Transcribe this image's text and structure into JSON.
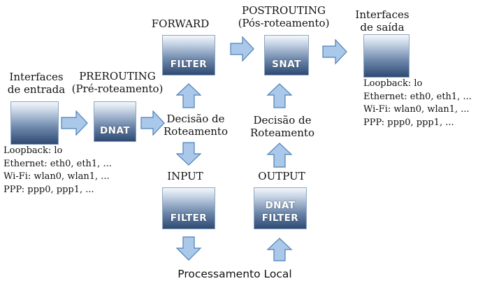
{
  "input_interfaces": {
    "title": [
      "Interfaces",
      "de entrada"
    ],
    "list": [
      "Loopback: lo",
      "Ethernet: eth0, eth1, ...",
      "Wi-Fi: wlan0, wlan1, ...",
      "PPP: ppp0, ppp1, ..."
    ]
  },
  "output_interfaces": {
    "title": [
      "Interfaces",
      "de saída"
    ],
    "list": [
      "Loopback: lo",
      "Ethernet: eth0, eth1, ...",
      "Wi-Fi: wlan0, wlan1, ...",
      "PPP: ppp0, ppp1, ..."
    ]
  },
  "prerouting": {
    "title": [
      "PREROUTING",
      "(Pré-roteamento)"
    ],
    "box": [
      "DNAT"
    ]
  },
  "forward": {
    "title": [
      "FORWARD"
    ],
    "box": [
      "FILTER"
    ]
  },
  "postrouting": {
    "title": [
      "POSTROUTING",
      "(Pós-roteamento)"
    ],
    "box": [
      "SNAT"
    ]
  },
  "input": {
    "title": [
      "INPUT"
    ],
    "box": [
      "FILTER"
    ]
  },
  "output": {
    "title": [
      "OUTPUT"
    ],
    "box": [
      "DNAT",
      "FILTER"
    ]
  },
  "routing_decision_1": [
    "Decisão de",
    "Roteamento"
  ],
  "routing_decision_2": [
    "Decisão de",
    "Roteamento"
  ],
  "local_processing": "Processamento Local",
  "colors": {
    "arrow_fill": "#a9c8ea",
    "arrow_stroke": "#4f7fb6",
    "box_top": "#f4f7fb",
    "box_bottom": "#2e4a72"
  }
}
